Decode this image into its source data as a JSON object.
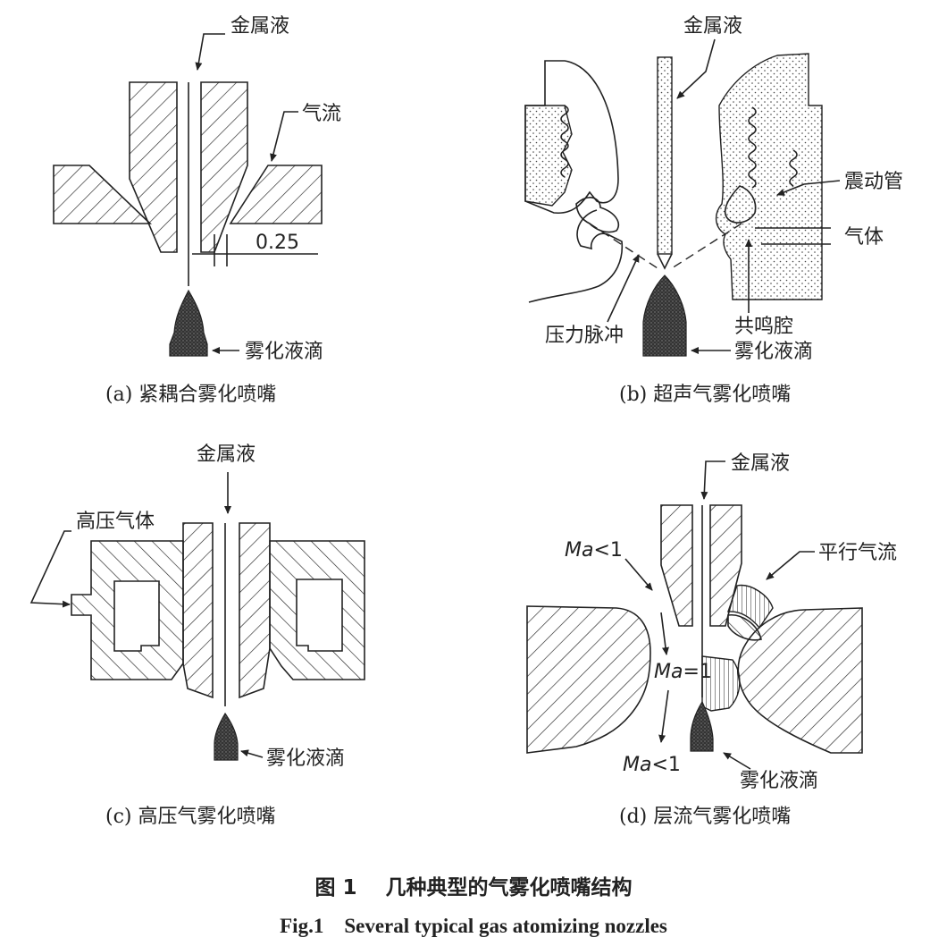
{
  "figure": {
    "title_cn": "图 1    几种典型的气雾化喷嘴结构",
    "title_en": "Fig.1    Several typical gas atomizing nozzles"
  },
  "panel_a": {
    "caption": "(a) 紧耦合雾化喷嘴",
    "metal_liquid": "金属液",
    "gas_flow": "气流",
    "gap": "0.25",
    "droplets": "雾化液滴"
  },
  "panel_b": {
    "caption": "(b) 超声气雾化喷嘴",
    "metal_liquid": "金属液",
    "vibration_tube": "震动管",
    "gas": "气体",
    "pressure_pulse": "压力脉冲",
    "resonant_cavity": "共鸣腔",
    "droplets": "雾化液滴"
  },
  "panel_c": {
    "caption": "(c) 高压气雾化喷嘴",
    "metal_liquid": "金属液",
    "high_pressure_gas": "高压气体",
    "droplets": "雾化液滴"
  },
  "panel_d": {
    "caption": "(d) 层流气雾化喷嘴",
    "metal_liquid": "金属液",
    "parallel_flow": "平行气流",
    "mach_lt1_top_sym": "Ma",
    "mach_lt1_top_val": "<1",
    "mach_eq1_sym": "Ma",
    "mach_eq1_val": "=1",
    "mach_lt1_bot_sym": "Ma",
    "mach_lt1_bot_val": "<1",
    "droplets": "雾化液滴"
  }
}
